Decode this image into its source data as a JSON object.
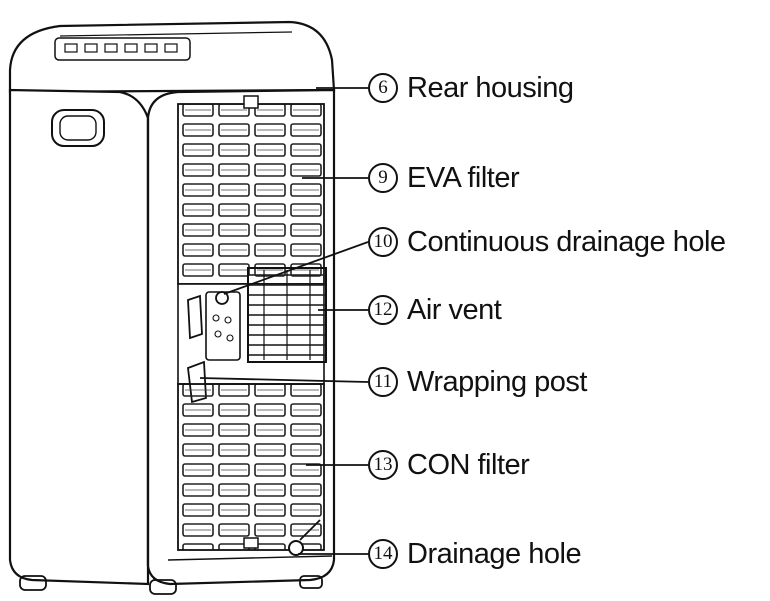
{
  "callouts": [
    {
      "id": "rear-housing",
      "number": "6",
      "label": "Rear housing"
    },
    {
      "id": "eva-filter",
      "number": "9",
      "label": "EVA filter"
    },
    {
      "id": "continuous-drainage-hole",
      "number": "10",
      "label": "Continuous drainage hole"
    },
    {
      "id": "air-vent",
      "number": "12",
      "label": "Air vent"
    },
    {
      "id": "wrapping-post",
      "number": "11",
      "label": "Wrapping post"
    },
    {
      "id": "con-filter",
      "number": "13",
      "label": "CON filter"
    },
    {
      "id": "drainage-hole",
      "number": "14",
      "label": "Drainage hole"
    }
  ]
}
